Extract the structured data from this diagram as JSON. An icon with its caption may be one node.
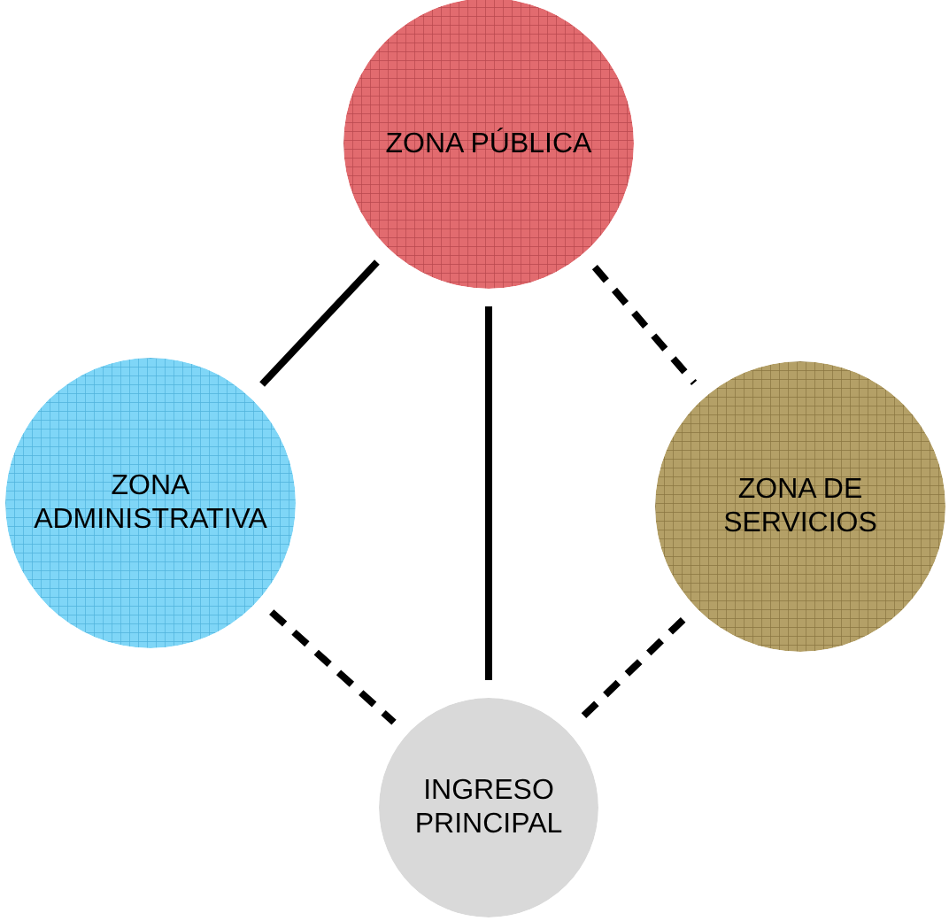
{
  "diagram": {
    "nodes": [
      {
        "text": [
          "ZONA PÚBLICA"
        ]
      },
      {
        "text": [
          "ZONA ADMINISTRATIVA"
        ]
      },
      {
        "text": [
          "ZONA DE SERVICIOS"
        ]
      },
      {
        "text": [
          "INGRESO PRINCIPAL"
        ]
      }
    ],
    "edges": [
      {
        "from": 0,
        "to": 1,
        "arrow": "none"
      },
      {
        "from": 0,
        "to": 2,
        "arrow": "none",
        "style": "dashed"
      },
      {
        "from": 0,
        "to": 3,
        "arrow": "none"
      },
      {
        "from": 1,
        "to": 3,
        "arrow": "none",
        "style": "dashed"
      },
      {
        "from": 2,
        "to": 3,
        "arrow": "none",
        "style": "dashed"
      }
    ]
  }
}
